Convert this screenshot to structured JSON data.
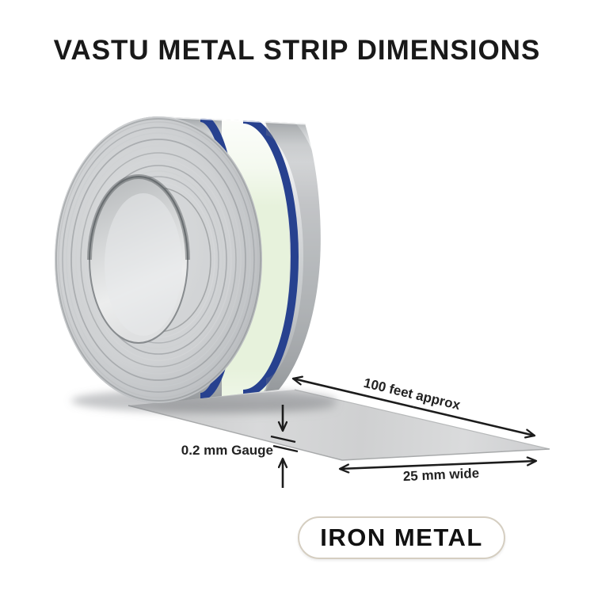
{
  "image": {
    "kind": "product dimension illustration",
    "background": "#ffffff"
  },
  "title": {
    "text": "VASTU METAL STRIP DIMENSIONS",
    "color": "#191919"
  },
  "product": {
    "colors": {
      "stripe_blue": "#27418f",
      "band_mint": "#e7f2dc",
      "metal_silver": "#c9ccce",
      "strip_gray": "#d2d3d4",
      "annotation_ink": "#1c1c1c",
      "badge_border": "#d5cec1"
    }
  },
  "annotations": {
    "length": {
      "label": "100 feet approx"
    },
    "gauge": {
      "label": "0.2 mm Gauge"
    },
    "width": {
      "label": "25 mm wide"
    }
  },
  "badge": {
    "text": "IRON METAL"
  }
}
